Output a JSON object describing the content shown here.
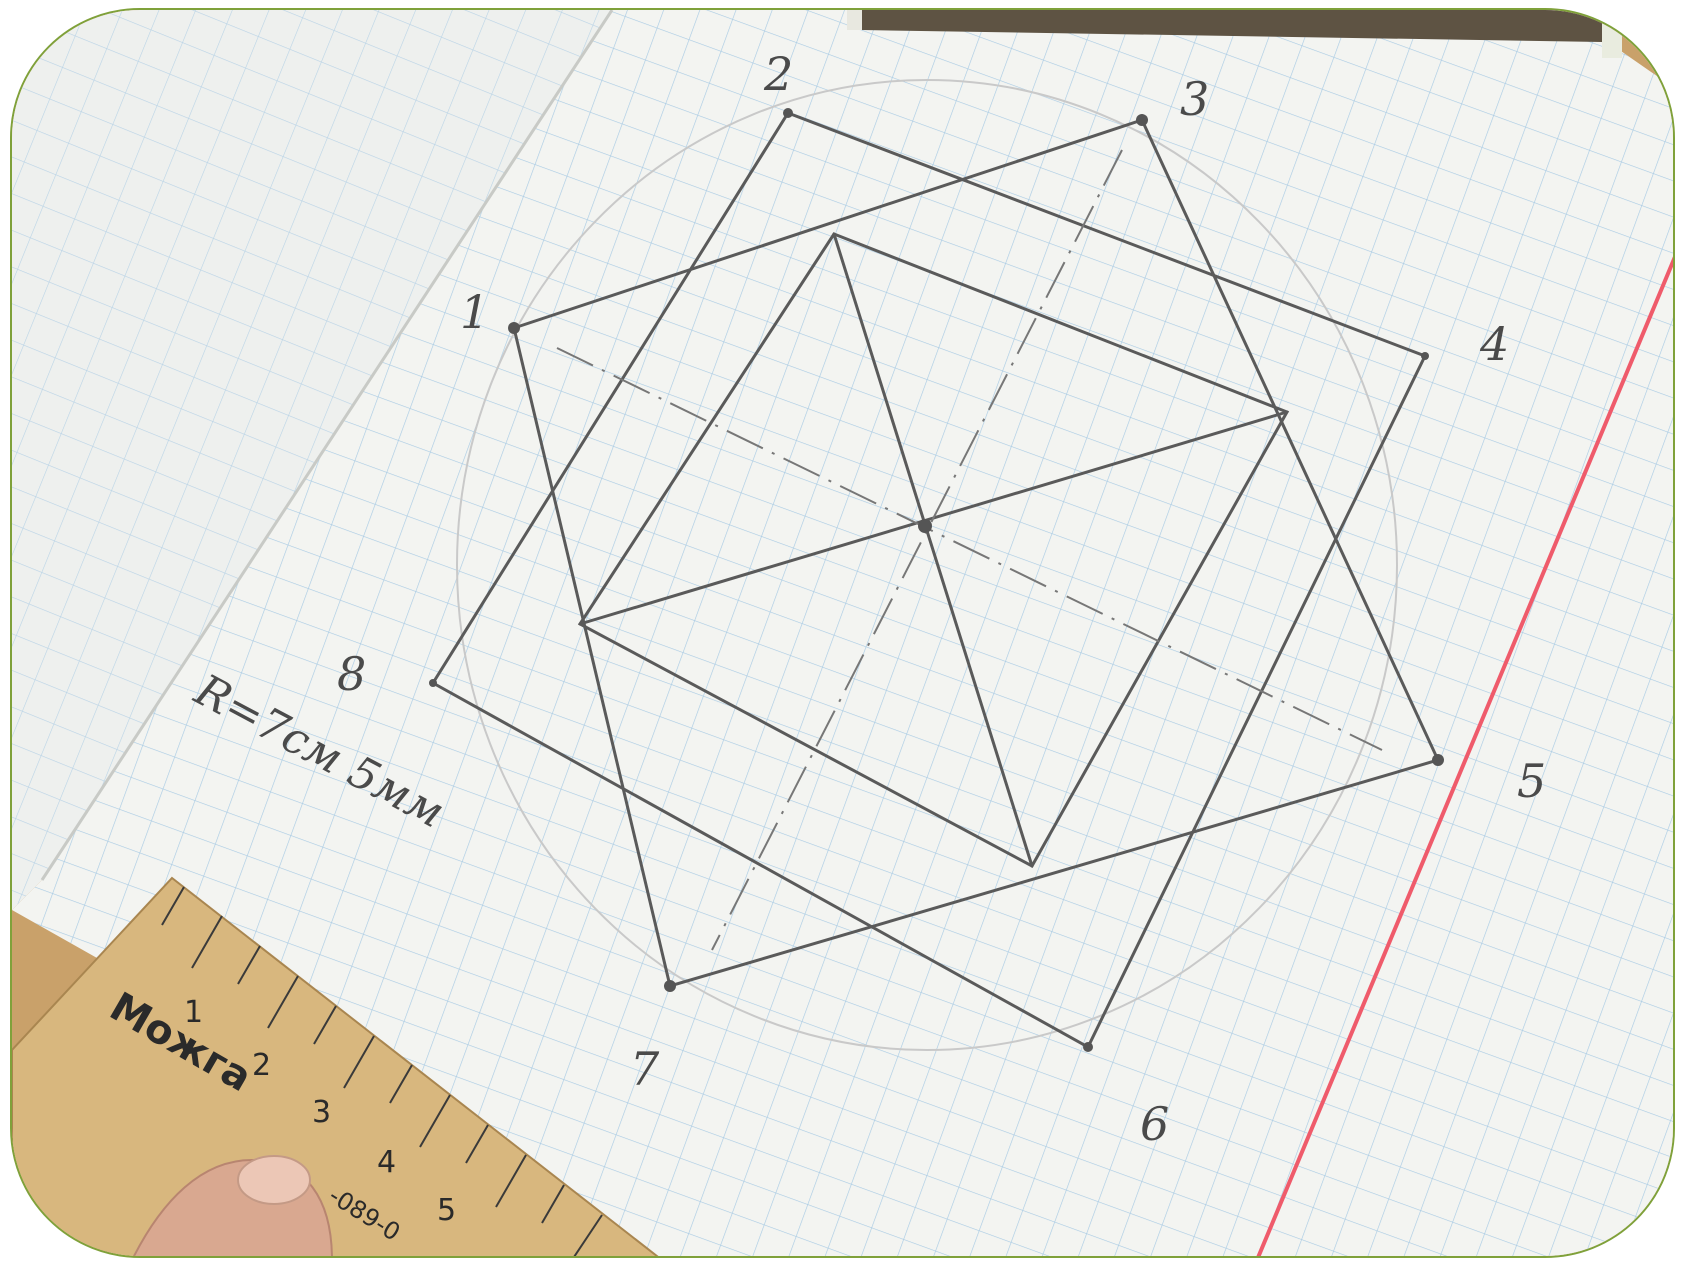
{
  "drawing": {
    "vertex_labels": [
      "1",
      "2",
      "3",
      "4",
      "5",
      "6",
      "7",
      "8"
    ],
    "radius_note": "R=7см 5мм"
  },
  "ruler": {
    "brand": "Можга",
    "ticks": [
      "1",
      "2",
      "3",
      "4",
      "5"
    ],
    "code": "-089-0"
  },
  "colors": {
    "paper": "#f2f3ef",
    "grid": "#9fc4e0",
    "pencil": "#5a5a5a",
    "margin_line": "#ef5b6b",
    "ruler_wood": "#d8b77e",
    "desk": "#c9a16a",
    "frame_border": "#7fa13a",
    "dark_strip": "#5e5343"
  }
}
